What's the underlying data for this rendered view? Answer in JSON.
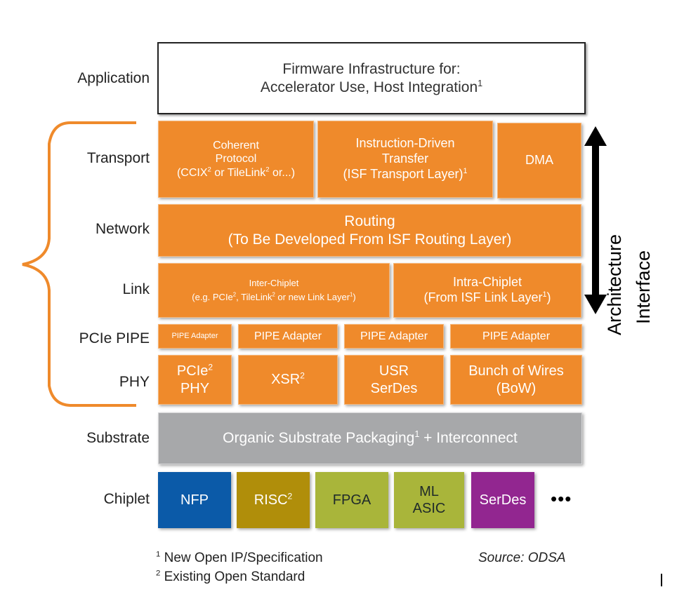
{
  "layers": {
    "application": "Application",
    "transport": "Transport",
    "network": "Network",
    "link": "Link",
    "pcie_pipe": "PCIe PIPE",
    "phy": "PHY",
    "substrate": "Substrate",
    "chiplet": "Chiplet"
  },
  "application_box": {
    "line1": "Firmware Infrastructure for:",
    "line2": "Accelerator Use, Host Integration",
    "sup": "1"
  },
  "transport": {
    "coherent": {
      "line1": "Coherent",
      "line2": "Protocol",
      "line3a": "(CCIX",
      "sup_a": "2",
      "line3b": " or TileLink",
      "sup_b": "2",
      "line3c": " or...)"
    },
    "instruction": {
      "line1": "Instruction-Driven",
      "line2": "Transfer",
      "line3": "(ISF Transport Layer)",
      "sup": "1"
    },
    "dma": "DMA"
  },
  "network": {
    "line1": "Routing",
    "line2": "(To Be Developed From ISF Routing Layer)"
  },
  "link": {
    "inter": {
      "line1": "Inter-Chiplet",
      "line2a": "(e.g. PCIe",
      "sup_a": "2",
      "line2b": ", TileLink",
      "sup_b": "2",
      "line2c": " or new Link Layer",
      "sup_c": "1",
      "line2d": ")"
    },
    "intra": {
      "line1": "Intra-Chiplet",
      "line2a": "(From ISF Link Layer",
      "sup": "1",
      "line2b": ")"
    }
  },
  "pipe": [
    "PIPE Adapter",
    "PIPE Adapter",
    "PIPE Adapter",
    "PIPE Adapter"
  ],
  "phy": {
    "pcie": {
      "line1": "PCIe",
      "sup": "2",
      "line2": "PHY"
    },
    "xsr": {
      "text": "XSR",
      "sup": "2"
    },
    "usr": {
      "line1": "USR",
      "line2": "SerDes"
    },
    "bow": {
      "line1": "Bunch of Wires",
      "line2": "(BoW)"
    }
  },
  "substrate_box": {
    "text_a": "Organic Substrate Packaging",
    "sup": "1",
    "text_b": " + Interconnect"
  },
  "chiplets": [
    {
      "line1": "NFP",
      "color": "#0b5aa8"
    },
    {
      "line1": "RISC",
      "sup": "2",
      "color": "#b08e0a"
    },
    {
      "line1": "FPGA",
      "color": "#a9b53a"
    },
    {
      "line1": "ML",
      "line2": "ASIC",
      "color": "#a9b53a"
    },
    {
      "line1": "SerDes",
      "color": "#922690"
    }
  ],
  "ellipsis": "•••",
  "arrow_label": {
    "line1": "Architecture",
    "line2": "Interface"
  },
  "footnotes": {
    "fn1_sup": "1",
    "fn1": " New Open IP/Specification",
    "fn2_sup": "2",
    "fn2": " Existing Open Standard",
    "source": "Source: ODSA"
  },
  "colors": {
    "orange": "#ef8a2b",
    "gray": "#a7a8aa",
    "brace": "#ef8a2b"
  }
}
